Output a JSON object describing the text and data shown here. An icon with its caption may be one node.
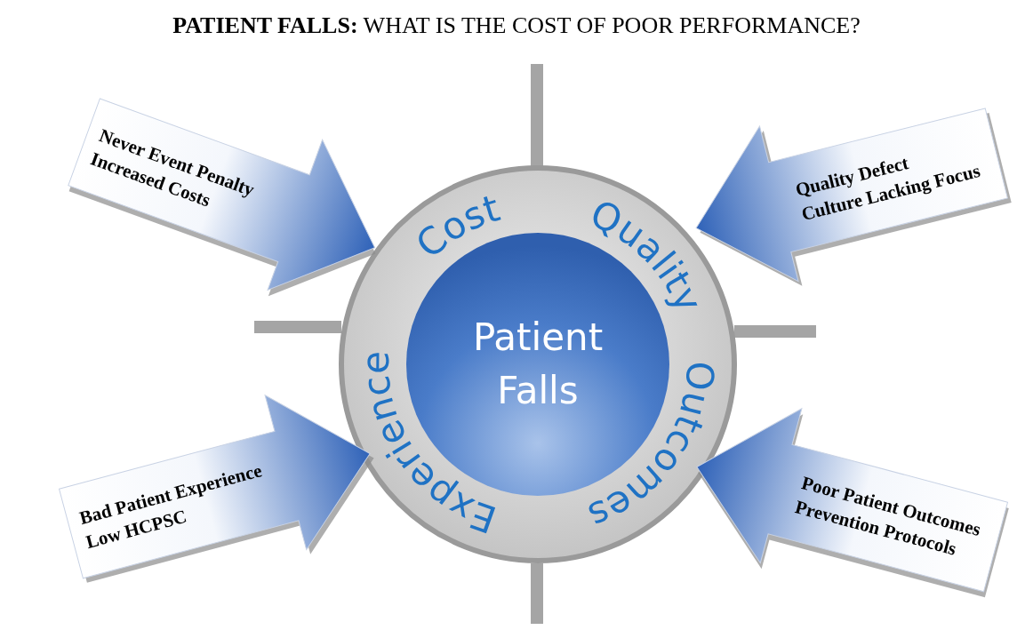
{
  "diagram": {
    "title": "**PATIENT FALLS:** WHAT IS THE COST OF POOR PERFORMANCE?",
    "nodes": [
      {
        "text": [
          "Cost",
          "Quality",
          "Experience",
          "Outcomes"
        ]
      },
      {
        "text": [
          "Patient Falls"
        ],
        "in": 0
      },
      {
        "text": [
          "Never Event Penalty",
          "Increased Costs"
        ]
      },
      {
        "text": [
          "Quality Defect",
          "Culture Lacking Focus"
        ]
      },
      {
        "text": [
          "Bad Patient Experience",
          "Low HCPSC"
        ]
      },
      {
        "text": [
          "Poor Patient Outcomes",
          "Prevention Protocols"
        ]
      },
      {
        "text": [],
        "shape": "bar"
      },
      {
        "text": [],
        "shape": "bar"
      },
      {
        "text": [],
        "shape": "bar"
      },
      {
        "text": [],
        "shape": "bar"
      }
    ]
  }
}
